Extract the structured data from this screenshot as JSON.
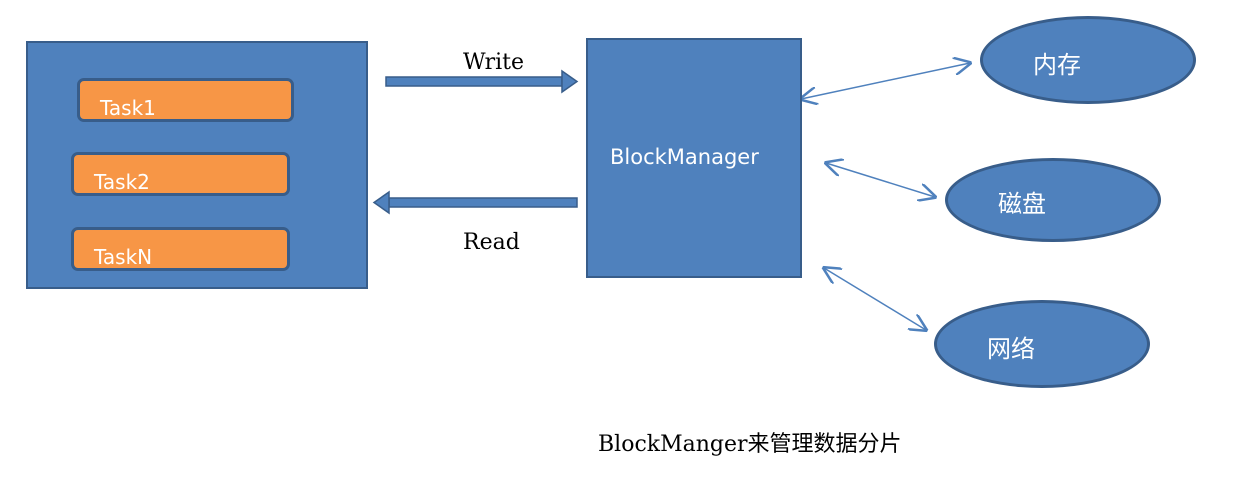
{
  "tasks": [
    {
      "label": "Task1"
    },
    {
      "label": "Task2"
    },
    {
      "label": "TaskN"
    }
  ],
  "block_manager": {
    "label": "BlockManager"
  },
  "flows": {
    "write": "Write",
    "read": "Read"
  },
  "storage_nodes": [
    {
      "label": "内存"
    },
    {
      "label": "磁盘"
    },
    {
      "label": "网络"
    }
  ],
  "caption": "BlockManger来管理数据分片",
  "colors": {
    "box_fill": "#4f81bd",
    "box_border": "#385d8a",
    "task_fill": "#f79646",
    "connector": "#4f81bd"
  }
}
